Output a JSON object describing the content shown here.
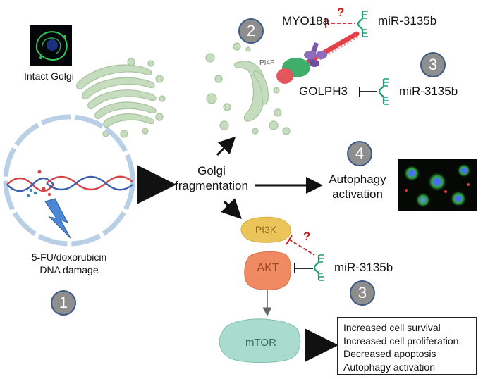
{
  "labels": {
    "intact_golgi": "Intact Golgi",
    "golgi_fragmentation_line1": "Golgi",
    "golgi_fragmentation_line2": "fragmentation",
    "autophagy_line1": "Autophagy",
    "autophagy_line2": "activation",
    "damage_line1": "5-FU/doxorubicin",
    "damage_line2": "DNA damage",
    "myo18a": "MYO18a",
    "golph3": "GOLPH3",
    "pi4p": "PI4P",
    "pi3k": "PI3K",
    "akt": "AKT",
    "mtor": "mTOR",
    "mir_top": "miR-3135b",
    "mir_middle": "miR-3135b",
    "mir_bottom": "miR-3135b",
    "question_top": "?",
    "question_bottom": "?"
  },
  "badges": {
    "b1": "1",
    "b2": "2",
    "b3_top": "3",
    "b3_bottom": "3",
    "b4": "4"
  },
  "outcomes": [
    "Increased cell survival",
    "Increased cell proliferation",
    "Decreased apoptosis",
    "Autophagy activation"
  ],
  "colors": {
    "golgi_green": "#c6dcbf",
    "golgi_stroke": "#a7c49c",
    "nucleus_blue": "#b9cfe6",
    "pi3k_yellow": "#ecc55a",
    "akt_orange": "#ef8a62",
    "mtor_teal": "#a9dccf",
    "mir_green": "#1e9e72",
    "inhibit_red": "#d11b1b",
    "badge_gray": "#8e8e8e",
    "badge_border": "#3d5a88",
    "actin_red": "#e3404a",
    "myosin_green": "#3fae6a",
    "myosin_purple": "#7a5aa8"
  },
  "icons": {
    "dna_damage": "lightning-bolt-icon",
    "mirna": "mirna-hairpin-icon",
    "micrograph": "fluorescence-micrograph-icon"
  }
}
